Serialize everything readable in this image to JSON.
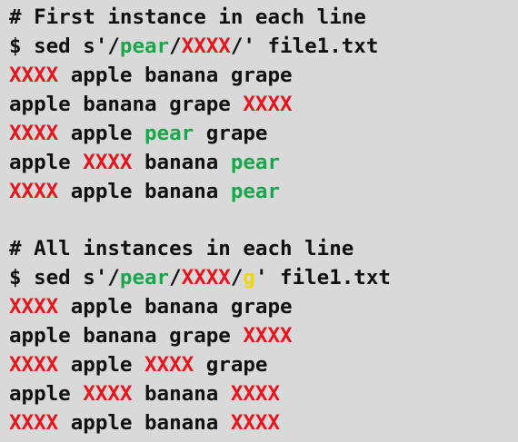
{
  "colors": {
    "background": "#d9d9d9",
    "text": "#111111",
    "pattern": "#1aa64b",
    "replacement": "#e8141c",
    "flag": "#f0d800"
  },
  "blocks": [
    {
      "lines": [
        [
          {
            "t": "# First instance in each line",
            "c": "text"
          }
        ],
        [
          {
            "t": "$ sed s'/",
            "c": "text"
          },
          {
            "t": "pear",
            "c": "pattern"
          },
          {
            "t": "/",
            "c": "text"
          },
          {
            "t": "XXXX",
            "c": "replacement"
          },
          {
            "t": "/' file1.txt",
            "c": "text"
          }
        ],
        [
          {
            "t": "XXXX",
            "c": "replacement"
          },
          {
            "t": " apple banana grape",
            "c": "text"
          }
        ],
        [
          {
            "t": "apple banana grape ",
            "c": "text"
          },
          {
            "t": "XXXX",
            "c": "replacement"
          }
        ],
        [
          {
            "t": "XXXX",
            "c": "replacement"
          },
          {
            "t": " apple ",
            "c": "text"
          },
          {
            "t": "pear",
            "c": "pattern"
          },
          {
            "t": " grape",
            "c": "text"
          }
        ],
        [
          {
            "t": "apple ",
            "c": "text"
          },
          {
            "t": "XXXX",
            "c": "replacement"
          },
          {
            "t": " banana ",
            "c": "text"
          },
          {
            "t": "pear",
            "c": "pattern"
          }
        ],
        [
          {
            "t": "XXXX",
            "c": "replacement"
          },
          {
            "t": " apple banana ",
            "c": "text"
          },
          {
            "t": "pear",
            "c": "pattern"
          }
        ]
      ]
    },
    {
      "lines": [
        [
          {
            "t": "# All instances in each line",
            "c": "text"
          }
        ],
        [
          {
            "t": "$ sed s'/",
            "c": "text"
          },
          {
            "t": "pear",
            "c": "pattern"
          },
          {
            "t": "/",
            "c": "text"
          },
          {
            "t": "XXXX",
            "c": "replacement"
          },
          {
            "t": "/",
            "c": "text"
          },
          {
            "t": "g",
            "c": "flag"
          },
          {
            "t": "' file1.txt",
            "c": "text"
          }
        ],
        [
          {
            "t": "XXXX",
            "c": "replacement"
          },
          {
            "t": " apple banana grape",
            "c": "text"
          }
        ],
        [
          {
            "t": "apple banana grape ",
            "c": "text"
          },
          {
            "t": "XXXX",
            "c": "replacement"
          }
        ],
        [
          {
            "t": "XXXX",
            "c": "replacement"
          },
          {
            "t": " apple ",
            "c": "text"
          },
          {
            "t": "XXXX",
            "c": "replacement"
          },
          {
            "t": " grape",
            "c": "text"
          }
        ],
        [
          {
            "t": "apple ",
            "c": "text"
          },
          {
            "t": "XXXX",
            "c": "replacement"
          },
          {
            "t": " banana ",
            "c": "text"
          },
          {
            "t": "XXXX",
            "c": "replacement"
          }
        ],
        [
          {
            "t": "XXXX",
            "c": "replacement"
          },
          {
            "t": " apple banana ",
            "c": "text"
          },
          {
            "t": "XXXX",
            "c": "replacement"
          }
        ]
      ]
    }
  ]
}
